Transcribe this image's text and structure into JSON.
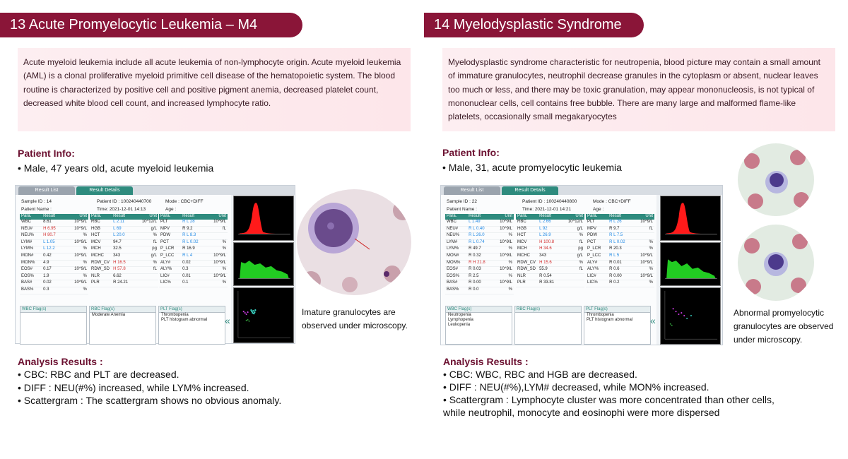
{
  "left": {
    "title": "13 Acute Promyelocytic Leukemia – M4",
    "description": "Acute myeloid leukemia include all acute leukemia of non-lymphocyte origin. Acute myeloid leukemia (AML) is a clonal proliferative myeloid primitive cell disease of the hematopoietic system. The blood routine is characterized by positive cell and positive pigment anemia, decreased platelet count, decreased white blood cell count, and increased lymphocyte ratio.",
    "patient_info_heading": "Patient Info:",
    "patient_info": "• Male, 47 years old, acute myeloid leukemia",
    "analysis_heading": "Analysis Results :",
    "analysis": [
      "• CBC: RBC and PLT are decreased.",
      "• DIFF : NEU(#%) increased, while LYM% increased.",
      "• Scattergram : The scattergram shows no obvious anomaly."
    ],
    "caption": [
      "Imature granulocytes are",
      "observed under microscopy."
    ],
    "result": {
      "tab_list": "Result List",
      "tab_details": "Result Details",
      "sample_id": "Sample ID : 14",
      "patient_id": "Patient ID : 100240440700",
      "mode": "Mode : CBC+DIFF",
      "patient_name": "Patient Name :",
      "time": "Time: 2021-12-01 14:13",
      "age": "Age :",
      "header": [
        "Para.",
        "Result",
        "Unit"
      ],
      "col1": [
        [
          "WBC",
          "8.61",
          "10^9/L",
          ""
        ],
        [
          "NEU#",
          "H 6.95",
          "10^9/L",
          "hi"
        ],
        [
          "NEU%",
          "H 80.7",
          "%",
          "hi"
        ],
        [
          "LYM#",
          "L 1.05",
          "10^9/L",
          "lo"
        ],
        [
          "LYM%",
          "L 12.2",
          "%",
          "lo"
        ],
        [
          "MON#",
          "0.42",
          "10^9/L",
          ""
        ],
        [
          "MON%",
          "4.9",
          "%",
          ""
        ],
        [
          "EOS#",
          "0.17",
          "10^9/L",
          ""
        ],
        [
          "EOS%",
          "1.9",
          "%",
          ""
        ],
        [
          "BAS#",
          "0.02",
          "10^9/L",
          ""
        ],
        [
          "BAS%",
          "0.3",
          "%",
          ""
        ]
      ],
      "col2": [
        [
          "RBC",
          "L 2.11",
          "10^12/L",
          "lo"
        ],
        [
          "HGB",
          "L 69",
          "g/L",
          "lo"
        ],
        [
          "HCT",
          "L 20.0",
          "%",
          "lo"
        ],
        [
          "MCV",
          "94.7",
          "fL",
          ""
        ],
        [
          "MCH",
          "32.5",
          "pg",
          ""
        ],
        [
          "MCHC",
          "343",
          "g/L",
          ""
        ],
        [
          "RDW_CV",
          "H 16.5",
          "%",
          "hi"
        ],
        [
          "RDW_SD",
          "H 57.8",
          "fL",
          "hi"
        ],
        [
          "NLR",
          "6.62",
          "",
          ""
        ],
        [
          "PLR",
          "R 24.21",
          "",
          ""
        ]
      ],
      "col3": [
        [
          "PLT",
          "R L 28",
          "10^9/L",
          "lo"
        ],
        [
          "MPV",
          "R 9.2",
          "fL",
          ""
        ],
        [
          "PDW",
          "R L 8.3",
          "",
          "lo"
        ],
        [
          "PCT",
          "R L 0.02",
          "%",
          "lo"
        ],
        [
          "P_LCR",
          "R 16.9",
          "%",
          ""
        ],
        [
          "P_LCC",
          "R L 4",
          "10^9/L",
          "lo"
        ],
        [
          "ALY#",
          "0.02",
          "10^9/L",
          ""
        ],
        [
          "ALY%",
          "0.3",
          "%",
          ""
        ],
        [
          "LIC#",
          "0.01",
          "10^9/L",
          ""
        ],
        [
          "LIC%",
          "0.1",
          "%",
          ""
        ]
      ],
      "wbc_flag": "WBC Flag(s)",
      "rbc_flag": "RBC Flag(s)",
      "plt_flag": "PLT Flag(s)",
      "wbc_items": [],
      "rbc_items": [
        "Moderate Anemia"
      ],
      "plt_items": [
        "Thrombopenia",
        "PLT histogram abnormal"
      ]
    }
  },
  "right": {
    "title": "14 Myelodysplastic Syndrome",
    "description": "Myelodysplastic syndrome characteristic for neutropenia, blood picture may contain a small amount of immature granulocytes, neutrophil decrease granules in the cytoplasm or absent, nuclear leaves too much or less, and there may be toxic granulation, may appear mononucleosis, is not typical of mononuclear cells, cell contains free bubble. There are many large and malformed flame-like platelets, occasionally small megakaryocytes",
    "patient_info_heading": "Patient Info:",
    "patient_info": "• Male, 31, acute promyelocytic leukemia",
    "analysis_heading": "Analysis Results :",
    "analysis": [
      "• CBC: WBC, RBC and HGB are decreased.",
      "• DIFF : NEU(#%),LYM# decreased, while MON% increased.",
      "• Scattergram : Lymphocyte cluster was more concentrated than other cells,",
      "   while neutrophil, monocyte and eosinophi were more dispersed"
    ],
    "caption": [
      "Abnormal promyelocytic",
      "granulocytes are observed",
      "under microscopy."
    ],
    "result": {
      "tab_list": "Result List",
      "tab_details": "Result Details",
      "sample_id": "Sample ID : 22",
      "patient_id": "Patient ID : 100240440800",
      "mode": "Mode : CBC+DIFF",
      "patient_name": "Patient Name :",
      "time": "Time: 2021-12-01 14:21",
      "age": "Age :",
      "header": [
        "Para.",
        "Result",
        "Unit"
      ],
      "col1": [
        [
          "WBC",
          "L 1.49",
          "10^9/L",
          "lo"
        ],
        [
          "NEU#",
          "R L 0.40",
          "10^9/L",
          "lo"
        ],
        [
          "NEU%",
          "R L 26.0",
          "%",
          "lo"
        ],
        [
          "LYM#",
          "R L 0.74",
          "10^9/L",
          "lo"
        ],
        [
          "LYM%",
          "R 49.7",
          "%",
          ""
        ],
        [
          "MON#",
          "R 0.32",
          "10^9/L",
          ""
        ],
        [
          "MON%",
          "R H 21.8",
          "%",
          "hi"
        ],
        [
          "EOS#",
          "R 0.03",
          "10^9/L",
          ""
        ],
        [
          "EOS%",
          "R 2.5",
          "%",
          ""
        ],
        [
          "BAS#",
          "R 0.00",
          "10^9/L",
          ""
        ],
        [
          "BAS%",
          "R 0.0",
          "%",
          ""
        ]
      ],
      "col2": [
        [
          "RBC",
          "L 2.66",
          "10^12/L",
          "lo"
        ],
        [
          "HGB",
          "L 92",
          "g/L",
          "lo"
        ],
        [
          "HCT",
          "L 26.9",
          "%",
          "lo"
        ],
        [
          "MCV",
          "H 100.8",
          "fL",
          "hi"
        ],
        [
          "MCH",
          "H 34.6",
          "pg",
          "hi"
        ],
        [
          "MCHC",
          "343",
          "g/L",
          ""
        ],
        [
          "RDW_CV",
          "H 15.6",
          "%",
          "hi"
        ],
        [
          "RDW_SD",
          "55.9",
          "fL",
          ""
        ],
        [
          "NLR",
          "R 0.54",
          "",
          ""
        ],
        [
          "PLR",
          "R 33.81",
          "",
          ""
        ]
      ],
      "col3": [
        [
          "PLT",
          "R L 26",
          "10^9/L",
          "lo"
        ],
        [
          "MPV",
          "R 9.7",
          "fL",
          ""
        ],
        [
          "PDW",
          "R L 7.5",
          "",
          "lo"
        ],
        [
          "PCT",
          "R L 0.02",
          "%",
          "lo"
        ],
        [
          "P_LCR",
          "R 20.3",
          "%",
          ""
        ],
        [
          "P_LCC",
          "R L 5",
          "10^9/L",
          "lo"
        ],
        [
          "ALY#",
          "R 0.01",
          "10^9/L",
          ""
        ],
        [
          "ALY%",
          "R 0.6",
          "%",
          ""
        ],
        [
          "LIC#",
          "R 0.00",
          "10^9/L",
          ""
        ],
        [
          "LIC%",
          "R 0.2",
          "%",
          ""
        ]
      ],
      "wbc_flag": "WBC Flag(s)",
      "rbc_flag": "RBC Flag(s)",
      "plt_flag": "PLT Flag(s)",
      "wbc_items": [
        "Neutropenia",
        "Lymphopenia",
        "Leukopenia"
      ],
      "rbc_items": [],
      "plt_items": [
        "Thrombopenia",
        "PLT histogram abnormal"
      ]
    }
  },
  "colors": {
    "accent": "#8a1538",
    "teal": "#2e8b7e",
    "low": "#1e88e5",
    "high": "#d32f2f"
  }
}
